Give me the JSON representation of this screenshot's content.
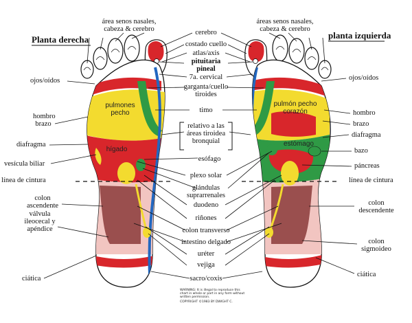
{
  "titles": {
    "right_foot": "Planta derecha",
    "left_foot": "planta izquierda"
  },
  "colors": {
    "red": "#d8262b",
    "yellow": "#f3db2f",
    "green": "#2f9a45",
    "blue": "#2267c0",
    "brown": "#9a4f4e",
    "pink": "#f2c5c1",
    "line": "#111111"
  },
  "left_labels": {
    "sinus": "área senos nasales, cabeza & cerebro",
    "eyes_ears": "ojos/oídos",
    "shoulder_arm": "hombro brazo",
    "diaphragm": "diafragma",
    "gallbladder": "vesícula biliar",
    "waistline": "línea de cintura",
    "ascending_colon": "colon ascendente",
    "ileocecal_valve": "válvula ileocecal y apéndice",
    "sciatic": "ciática"
  },
  "center_labels": {
    "brain": "cerebro",
    "neck_side": "costado cuello",
    "atlas_axis": "atlas/axis",
    "pituitary": "pituitaria pineal",
    "cervical": "7a. cervical",
    "throat_thyroid": "garganta/cuello tiroides",
    "thymus": "timo",
    "thyroid_bronchial": "relativo a las áreas tiroidea bronquial",
    "esophagus": "esófago",
    "solar_plexus": "plexo solar",
    "adrenals": "glándulas suprarrenales",
    "duodenum": "duodeno",
    "kidneys": "riñones",
    "transverse_colon": "colon transverso",
    "small_intestine": "intestino delgado",
    "ureter": "uréter",
    "bladder": "vejiga",
    "sacrum_coccyx": "sacro/coxis"
  },
  "right_labels": {
    "sinus": "áreas senos nasales, cabeza & cerebro",
    "eyes_ears": "ojos/oídos",
    "shoulder": "hombro",
    "arm": "brazo",
    "diaphragm": "diafragma",
    "spleen": "bazo",
    "pancreas": "páncreas",
    "waistline": "línea de cintura",
    "descending_colon": "colon descendente",
    "sigmoid_colon": "colon sigmoideo",
    "sciatic": "ciática"
  },
  "organ_labels": {
    "lungs_chest": "pulmones pecho",
    "liver": "hígado",
    "lung_chest_heart": "pulmón pecho corazón",
    "stomach": "estómago"
  },
  "copyright": {
    "warning": "WARNING: It is illegal to reproduce this chart in whole or part in any form without written permission.",
    "notice": "COPYRIGHT ©1983 BY DWIGHT C."
  }
}
